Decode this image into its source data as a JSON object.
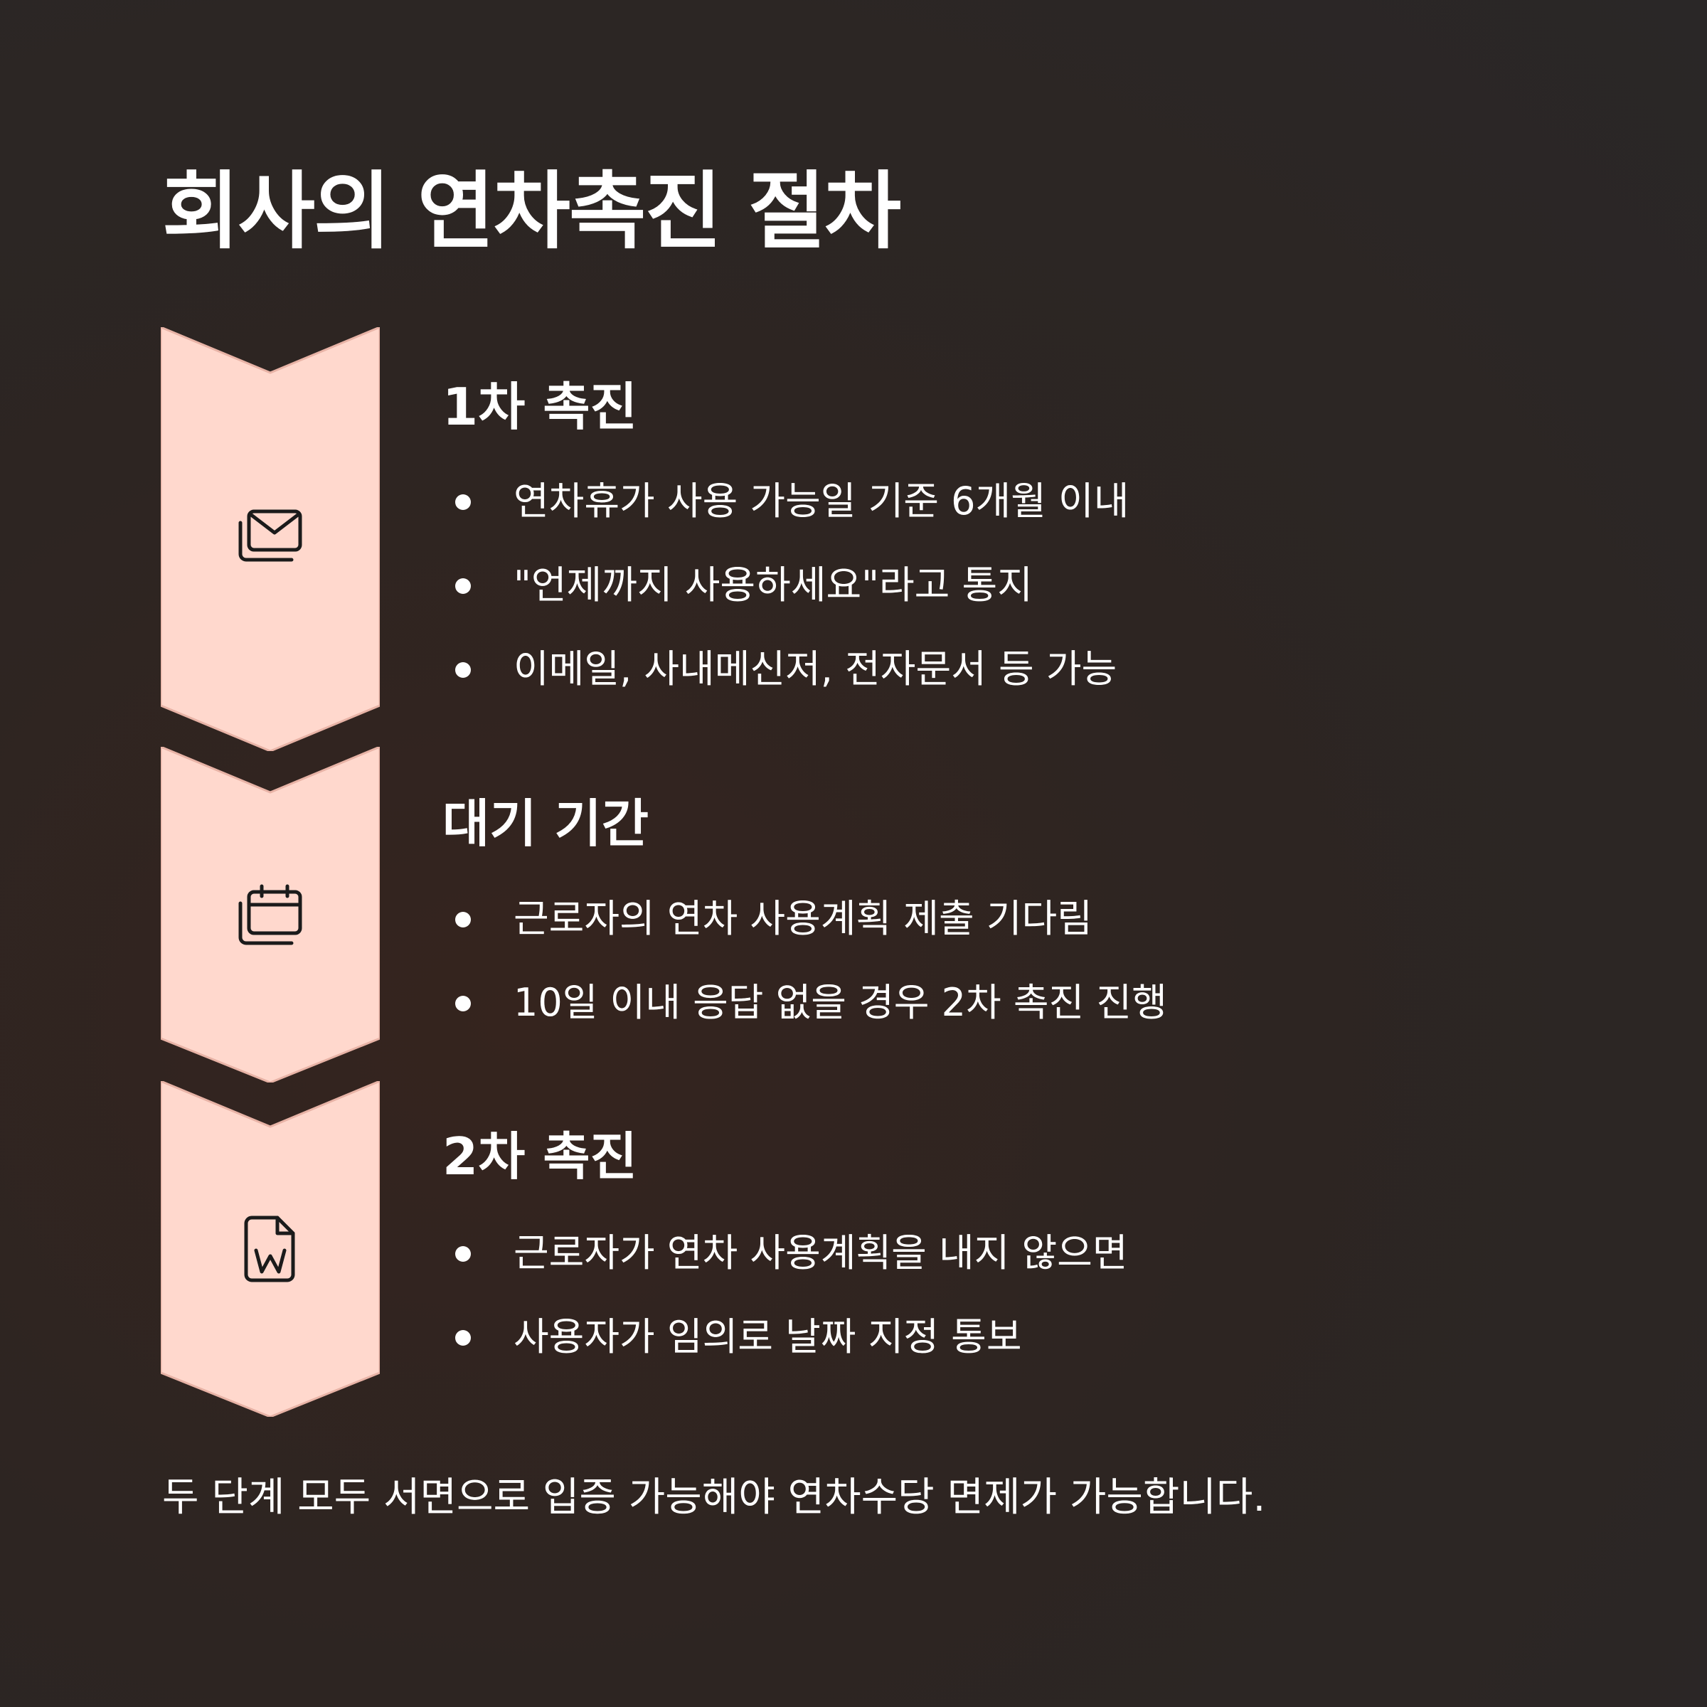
{
  "title": "회사의 연차촉진 절차",
  "colors": {
    "chevron_fill": "#ffd8cd",
    "background": "#2d2522",
    "text": "#ffffff"
  },
  "steps": [
    {
      "icon": "mail-stack-icon",
      "title": "1차 촉진",
      "bullets": [
        "연차휴가 사용 가능일 기준 6개월 이내",
        "\"언제까지 사용하세요\"라고 통지",
        "이메일, 사내메신저, 전자문서 등 가능"
      ]
    },
    {
      "icon": "calendar-stack-icon",
      "title": "대기 기간",
      "bullets": [
        "근로자의 연차 사용계획 제출 기다림",
        "10일 이내 응답 없을 경우 2차 촉진 진행"
      ]
    },
    {
      "icon": "word-document-icon",
      "title": "2차 촉진",
      "bullets": [
        "근로자가 연차 사용계획을 내지 않으면",
        "사용자가 임의로 날짜 지정 통보"
      ]
    }
  ],
  "footer": "두 단계 모두 서면으로 입증 가능해야 연차수당 면제가 가능합니다."
}
